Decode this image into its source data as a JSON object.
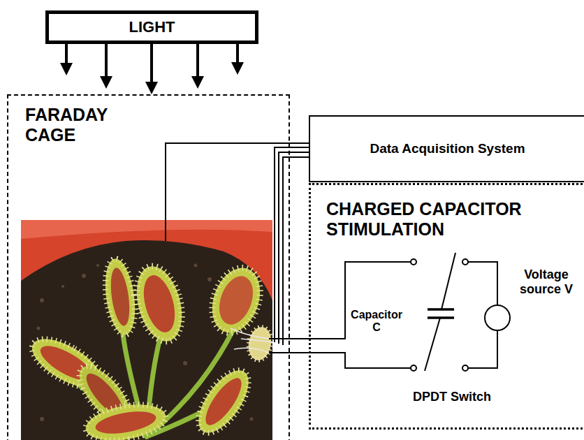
{
  "diagram": {
    "nodes": [
      {
        "text": [
          "LIGHT"
        ]
      },
      {
        "text": [
          "FARADAY CAGE"
        ]
      },
      {
        "text": [
          "Data Acquisition System"
        ]
      },
      {
        "text": [
          "CHARGED CAPACITOR STIMULATION"
        ]
      }
    ],
    "edges": [
      {
        "from": 0,
        "to": 1,
        "arrow": "to"
      },
      {
        "from": 0,
        "to": 1,
        "arrow": "to"
      },
      {
        "from": 0,
        "to": 1,
        "arrow": "to"
      },
      {
        "from": 0,
        "to": 1,
        "arrow": "to"
      },
      {
        "from": 0,
        "to": 1,
        "arrow": "to"
      },
      {
        "from": 1,
        "to": 2,
        "arrow": "none"
      },
      {
        "from": 1,
        "to": 2,
        "arrow": "none"
      },
      {
        "from": 1,
        "to": 2,
        "arrow": "none"
      },
      {
        "from": 1,
        "to": 2,
        "arrow": "none"
      },
      {
        "from": 3,
        "to": 1,
        "arrow": "none"
      },
      {
        "from": 3,
        "to": 1,
        "arrow": "none"
      }
    ],
    "labels": [
      "Capacitor C",
      "DPDT Switch",
      "Voltage source V"
    ]
  }
}
